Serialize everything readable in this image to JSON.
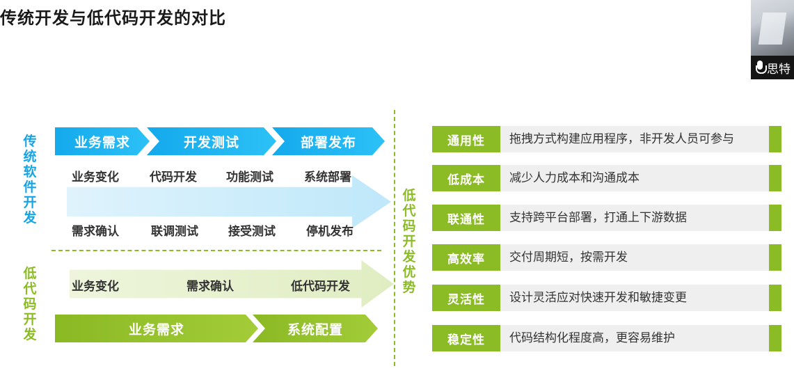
{
  "title": "传统开发与低代码开发的对比",
  "webcam": {
    "name": "思特"
  },
  "traditional": {
    "label": "传统软件开发",
    "stages": [
      "业务需求",
      "开发测试",
      "部署发布"
    ],
    "row1": [
      "业务变化",
      "代码开发",
      "功能测试",
      "系统部署"
    ],
    "row2": [
      "需求确认",
      "联调测试",
      "接受测试",
      "停机发布"
    ]
  },
  "lowcode": {
    "label": "低代码开发",
    "steps": [
      "业务变化",
      "需求确认",
      "低代码开发"
    ],
    "stages": [
      "业务需求",
      "系统配置"
    ]
  },
  "advantages": {
    "label": "低代码开发优势",
    "items": [
      {
        "tag": "通用性",
        "desc": "拖拽方式构建应用程序，非开发人员可参与"
      },
      {
        "tag": "低成本",
        "desc": "减少人力成本和沟通成本"
      },
      {
        "tag": "联通性",
        "desc": "支持跨平台部署，打通上下游数据"
      },
      {
        "tag": "高效率",
        "desc": "交付周期短，按需开发"
      },
      {
        "tag": "灵活性",
        "desc": "设计灵活应对快速开发和敏捷变更"
      },
      {
        "tag": "稳定性",
        "desc": "代码结构化程度高，更容易维护"
      }
    ]
  },
  "colors": {
    "blue": "#17a4e6",
    "green": "#8cbc25",
    "grey": "#efefef"
  }
}
